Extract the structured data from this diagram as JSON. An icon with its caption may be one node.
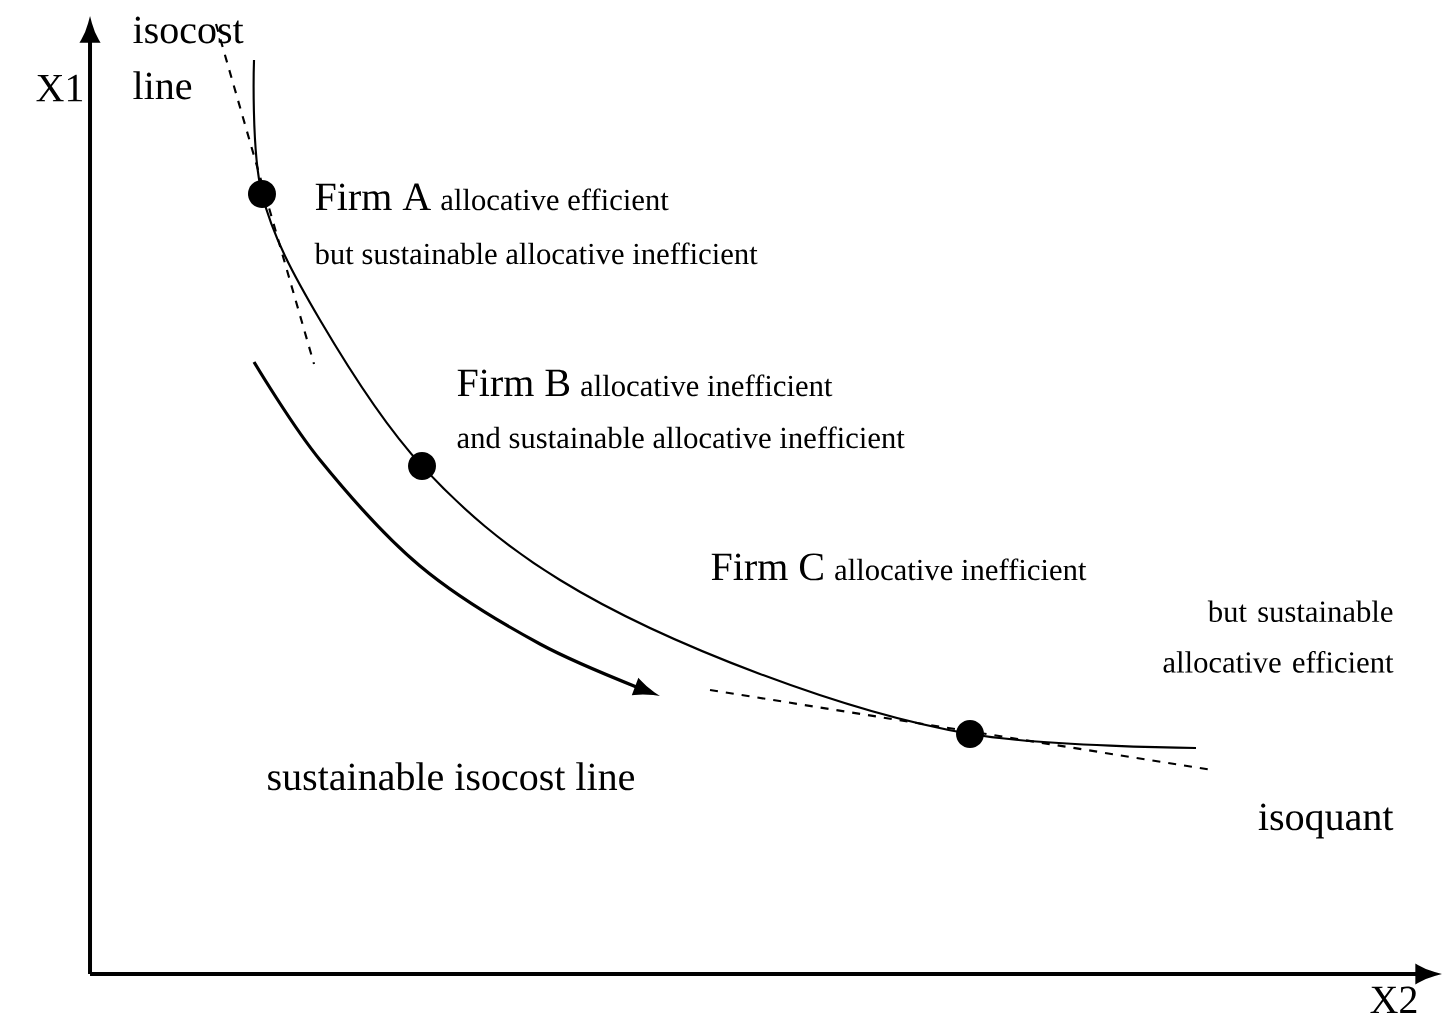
{
  "diagram": {
    "nodes": [
      {
        "text": [],
        "shape": "circle",
        "beside": [
          "Firm A",
          "allocative efficient",
          "but sustainable allocative inefficient"
        ]
      },
      {
        "text": [],
        "shape": "circle",
        "beside": [
          "Firm B",
          "allocative inefficient",
          "and sustainable allocative inefficient"
        ]
      },
      {
        "text": [],
        "shape": "circle",
        "beside": [
          "Firm C",
          "allocative inefficient",
          "but sustainable allocative efficient"
        ]
      }
    ],
    "labels": [
      "isocost line",
      "X1",
      "sustainable isocost line",
      "isoquant",
      "X2"
    ]
  }
}
